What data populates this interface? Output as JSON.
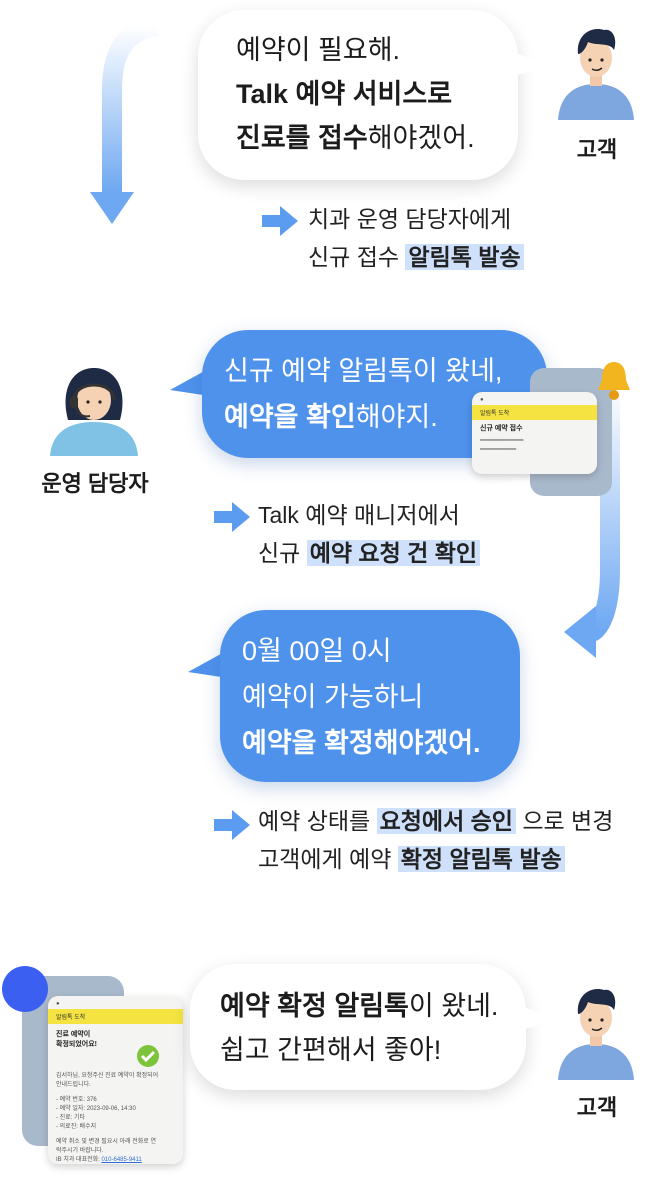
{
  "step1": {
    "bubble": {
      "line1": "예약이 필요해.",
      "line2": "Talk 예약 서비스로",
      "line3_bold": "진료를 접수",
      "line3_rest": "해야겠어."
    },
    "role": "고객",
    "note": {
      "line1": "치과 운영 담당자에게",
      "line2_plain": "신규 접수 ",
      "line2_hl": "알림톡 발송"
    }
  },
  "step2": {
    "bubble": {
      "line1": "신규 예약 알림톡이 왔네,",
      "line2_bold": "예약을 확인",
      "line2_rest": "해야지."
    },
    "role": "운영 담당자",
    "note": {
      "line1": "Talk 예약 매니저에서",
      "line2_plain": "신규 ",
      "line2_hl": "예약 요청 건 확인"
    },
    "card": {
      "header": "알림톡 도착",
      "title": "신규 예약 접수"
    }
  },
  "step3": {
    "bubble": {
      "line1": "0월 00일 0시",
      "line2": "예약이 가능하니",
      "line3_bold": "예약을 확정해야겠어."
    },
    "note": {
      "line1_plain": "예약 상태를 ",
      "line1_hl": "요청에서 승인",
      "line1_rest": " 으로 변경",
      "line2_plain": "고객에게 예약 ",
      "line2_hl": "확정 알림톡 발송"
    }
  },
  "step4": {
    "bubble": {
      "line1_bold": "예약 확정 알림톡",
      "line1_rest": "이 왔네.",
      "line2": "쉽고 간편해서 좋아!"
    },
    "role": "고객",
    "card": {
      "header": "알림톡 도착",
      "title1": "진료 예약이",
      "title2": "확정되었어요!",
      "body1": "김서하님, 요청주신 진료 예약이 확정되어",
      "body2": "안내드립니다.",
      "item1": "- 예약 번호: 376",
      "item2": "- 예약 일자: 2023-09-06, 14:30",
      "item3": "- 진료: 기타",
      "item4": "- 의료진: 배수지",
      "foot1": "예약 취소 및 변경 필요시 아래 전화로 연",
      "foot2": "락주시기 바랍니다.",
      "phone_label": "IB 치과 대표전화: ",
      "phone": "010-6485-9411"
    }
  },
  "colors": {
    "accent": "#4f92ec",
    "highlight": "#cfe0fb",
    "yellow": "#f4e340"
  }
}
